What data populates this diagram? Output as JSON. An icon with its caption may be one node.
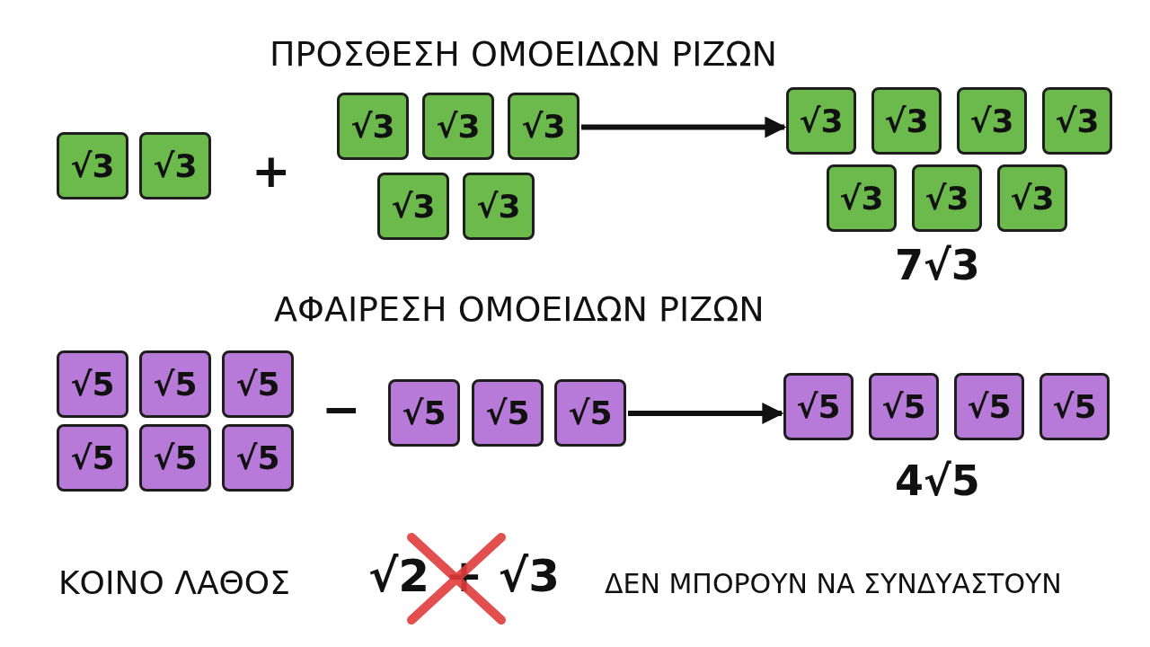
{
  "diagram": {
    "nodes": [
      {
        "text": [
          "√3"
        ]
      },
      {
        "text": [
          "√3"
        ]
      },
      {
        "text": [
          "√3"
        ]
      },
      {
        "text": [
          "√3"
        ]
      },
      {
        "text": [
          "√3"
        ]
      },
      {
        "text": [
          "√3"
        ]
      },
      {
        "text": [
          "√3"
        ]
      },
      {
        "text": [
          "√3"
        ]
      },
      {
        "text": [
          "√3"
        ]
      },
      {
        "text": [
          "√3"
        ]
      },
      {
        "text": [
          "√3"
        ]
      },
      {
        "text": [
          "√3"
        ]
      },
      {
        "text": [
          "√3"
        ]
      },
      {
        "text": [
          "√3"
        ]
      },
      {
        "text": [
          "√5"
        ]
      },
      {
        "text": [
          "√5"
        ]
      },
      {
        "text": [
          "√5"
        ]
      },
      {
        "text": [
          "√5"
        ]
      },
      {
        "text": [
          "√5"
        ]
      },
      {
        "text": [
          "√5"
        ]
      },
      {
        "text": [
          "√5"
        ]
      },
      {
        "text": [
          "√5"
        ]
      },
      {
        "text": [
          "√5"
        ]
      },
      {
        "text": [
          "√5"
        ]
      },
      {
        "text": [
          "√5"
        ]
      },
      {
        "text": [
          "√5"
        ]
      },
      {
        "text": [
          "√5"
        ]
      }
    ],
    "edges": [
      {
        "from": 4,
        "to": 7,
        "arrow": "to"
      },
      {
        "from": 22,
        "to": 23,
        "arrow": "to"
      }
    ],
    "labels": [
      "ΠΡΟΣΘΕΣΗ ΟΜΟΕΙΔΩΝ ΡΙΖΩΝ",
      "+",
      "7√3",
      "ΑΦΑΙΡΕΣΗ ΟΜΟΕΙΔΩΝ ΡΙΖΩΝ",
      "−",
      "4√5",
      "ΚΟΙΝΟ ΛΑΘΟΣ",
      "√2 + √3",
      "ΔΕΝ ΜΠΟΡΟΥΝ ΝΑ ΣΥΝΔΥΑΣΤΟΥΝ"
    ]
  }
}
